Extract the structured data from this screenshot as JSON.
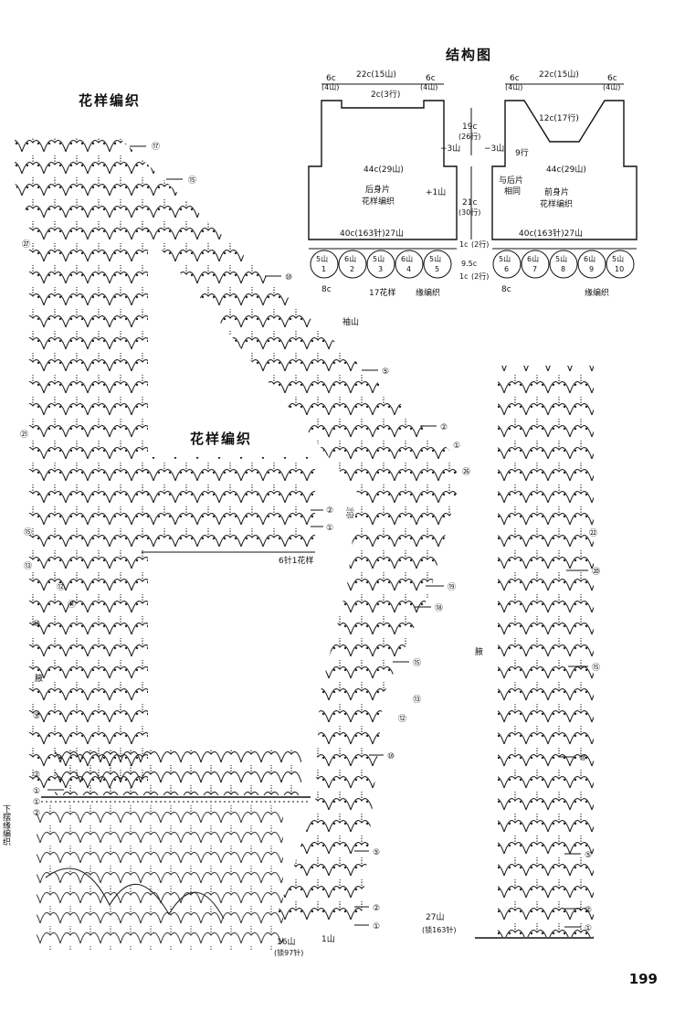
{
  "titles": {
    "pattern_main": "花样编织",
    "pattern_swatch": "花样编织",
    "structure": "结构图"
  },
  "back": {
    "top_left": "6c",
    "top_left_sub": "(4山)",
    "top_mid": "22c(15山)",
    "top_right": "6c",
    "top_right_sub": "(4山)",
    "neck": "2c(3行)",
    "width": "44c(29山)",
    "name": "后身片",
    "pattern": "花样编织",
    "inc": "+1山",
    "dec": "−3山",
    "bottom": "40c(163针)27山",
    "scallop": [
      "5山",
      "6山",
      "5山",
      "6山",
      "5山"
    ],
    "scallop_num": [
      "1",
      "2",
      "3",
      "4",
      "5"
    ],
    "edge_w": "8c",
    "pattern_count": "17花样",
    "edge_name": "缘编织"
  },
  "front": {
    "top_left": "6c",
    "top_left_sub": "(4山)",
    "top_mid": "22c(15山)",
    "top_right": "6c",
    "top_right_sub": "(4山)",
    "neck": "12c(17行)",
    "neck_rows": "9行",
    "width": "44c(29山)",
    "same": "与后片",
    "same2": "相同",
    "name": "前身片",
    "pattern": "花样编织",
    "dec": "−3山",
    "bottom": "40c(163针)27山",
    "scallop": [
      "5山",
      "6山",
      "5山",
      "6山",
      "5山"
    ],
    "scallop_num": [
      "6",
      "7",
      "8",
      "9",
      "10"
    ],
    "edge_w": "8c",
    "edge_name": "缘编织"
  },
  "middle": {
    "a": "19c",
    "a_sub": "(26行)",
    "b": "21c",
    "b_sub": "(30行)",
    "c": "1c",
    "c_sub": "(2行)",
    "d": "9.5c",
    "e": "1c",
    "e_sub": "(2行)"
  },
  "chart_labels": {
    "sleeve": "袖山",
    "waist_left": "腋",
    "waist_right": "腋",
    "hem": "下摆缘编织",
    "swatch_rows": "2行1花样",
    "swatch_stitches": "6针1花样",
    "bottom_left": "16山",
    "bottom_left_sub": "(锁97针)",
    "bottom_left_one": "1山",
    "bottom_right": "27山",
    "bottom_right_sub": "(锁163针)"
  },
  "row_markers": {
    "left_column": [
      "㉗",
      "㉑",
      "⑮",
      "⑬",
      "⑫",
      "⑪",
      "⑩",
      "⑤",
      "②",
      "①",
      "①",
      "②"
    ],
    "diagonal": [
      "⑰",
      "⑮",
      "⑩",
      "⑤",
      "②",
      "①",
      "㉖"
    ],
    "inner_right": [
      "⑲",
      "⑱",
      "⑮",
      "⑬",
      "⑫",
      "⑩",
      "⑤",
      "②",
      "①"
    ],
    "swatch": [
      "②",
      "①"
    ],
    "right_panel": [
      "㉒",
      "⑳",
      "⑮",
      "⑩",
      "⑤",
      "②",
      "①"
    ]
  },
  "page_number": "199"
}
